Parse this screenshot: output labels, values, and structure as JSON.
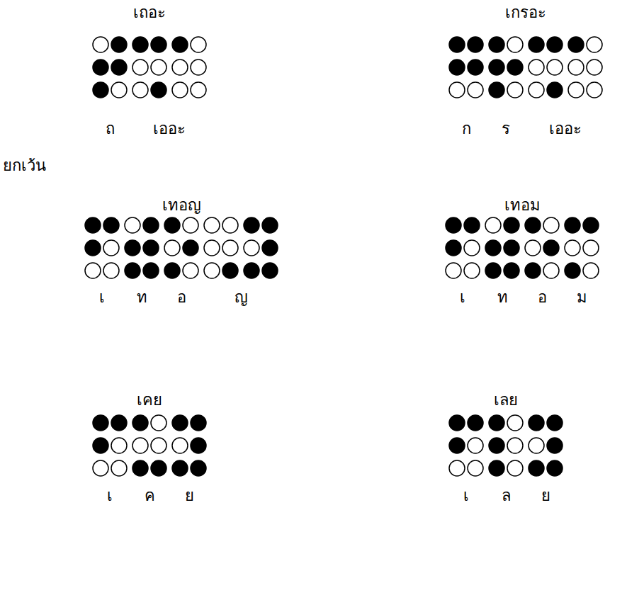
{
  "diagram": {
    "labels": [
      "เถอะ",
      "ถ",
      "เออะ",
      "เกรอะ",
      "ก",
      "ร",
      "เออะ",
      "ยกเว้น",
      "เทอญ",
      "เ",
      "ท",
      "อ",
      "ญ",
      "เทอม",
      "เ",
      "ท",
      "อ",
      "ม",
      "เคย",
      "เ",
      "ค",
      "ย",
      "เลย",
      "เ",
      "ล",
      "ย"
    ]
  }
}
